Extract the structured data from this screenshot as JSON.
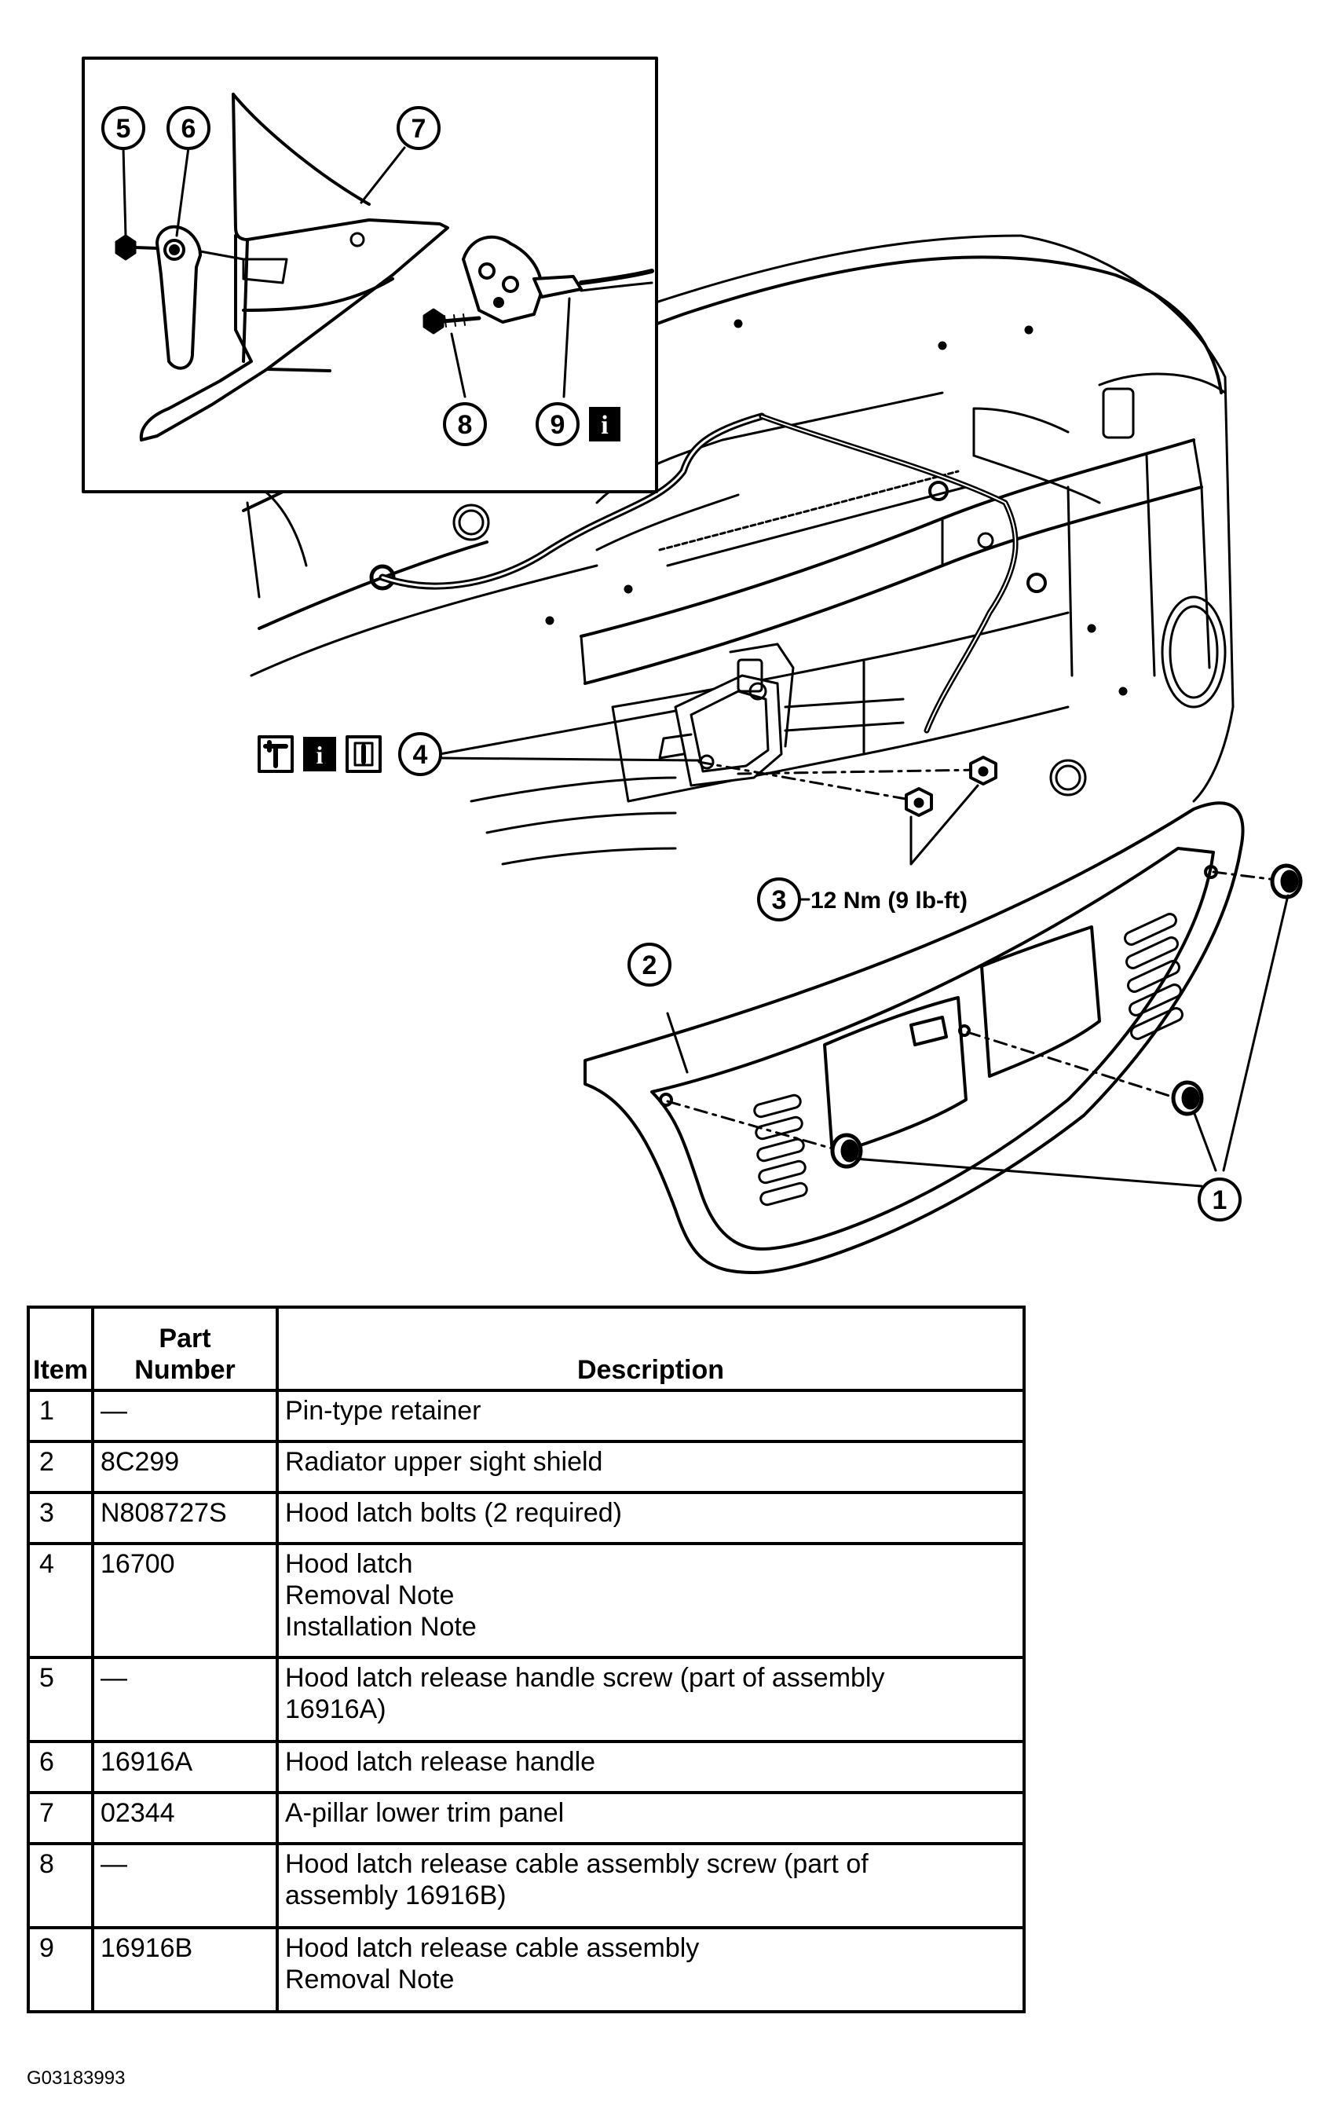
{
  "callouts": {
    "c1": "1",
    "c2": "2",
    "c3": "3",
    "c4": "4",
    "c5": "5",
    "c6": "6",
    "c7": "7",
    "c8": "8",
    "c9": "9"
  },
  "torque_label": "12 Nm (9 lb-ft)",
  "icons": {
    "info": "i",
    "removal_icon": "removal-note-icon",
    "info_icon": "info-note-icon",
    "install_icon": "installation-note-icon"
  },
  "table": {
    "headers": {
      "item": "Item",
      "part_number_line1": "Part",
      "part_number_line2": "Number",
      "description": "Description"
    },
    "rows": [
      {
        "item": "1",
        "part": "—",
        "desc": [
          "Pin-type retainer"
        ]
      },
      {
        "item": "2",
        "part": "8C299",
        "desc": [
          "Radiator upper sight shield"
        ]
      },
      {
        "item": "3",
        "part": "N808727S",
        "desc": [
          "Hood latch bolts (2 required)"
        ]
      },
      {
        "item": "4",
        "part": "16700",
        "desc": [
          "Hood latch",
          "Removal Note",
          "Installation Note"
        ]
      },
      {
        "item": "5",
        "part": "—",
        "desc": [
          "Hood latch release handle screw (part of assembly",
          "16916A)"
        ]
      },
      {
        "item": "6",
        "part": "16916A",
        "desc": [
          "Hood latch release handle"
        ]
      },
      {
        "item": "7",
        "part": "02344",
        "desc": [
          "A-pillar lower trim panel"
        ]
      },
      {
        "item": "8",
        "part": "—",
        "desc": [
          "Hood latch release cable assembly screw (part of",
          "assembly 16916B)"
        ]
      },
      {
        "item": "9",
        "part": "16916B",
        "desc": [
          "Hood latch release cable assembly",
          "Removal Note"
        ]
      }
    ]
  },
  "figure_id": "G03183993"
}
